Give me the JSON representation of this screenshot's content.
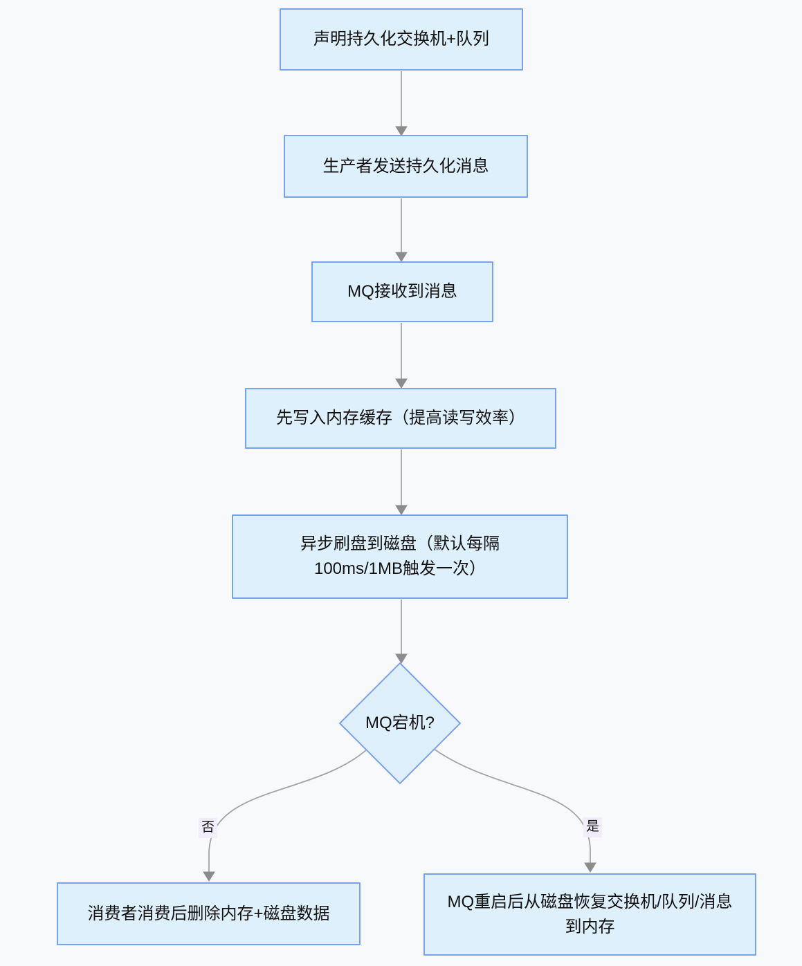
{
  "nodes": {
    "declare": {
      "label": "声明持久化交换机+队列"
    },
    "produce": {
      "label": "生产者发送持久化消息"
    },
    "receive": {
      "label": "MQ接收到消息"
    },
    "memcache": {
      "label": "先写入内存缓存（提高读写效率）"
    },
    "flush": {
      "label": "异步刷盘到磁盘（默认每隔100ms/1MB触发一次）"
    },
    "decision": {
      "label": "MQ宕机?"
    },
    "consume": {
      "label": "消费者消费后删除内存+磁盘数据"
    },
    "restore": {
      "label": "MQ重启后从磁盘恢复交换机/队列/消息到内存"
    }
  },
  "edges": {
    "no_label": "否",
    "yes_label": "是"
  },
  "colors": {
    "canvas_bg": "#f8f9fa",
    "node_fill": "#dff0fd",
    "node_border": "#78a2e9",
    "edge_line": "#a3a3a3",
    "arrow_head": "#8c8c8c",
    "edge_label_bg": "#f2edfa"
  }
}
